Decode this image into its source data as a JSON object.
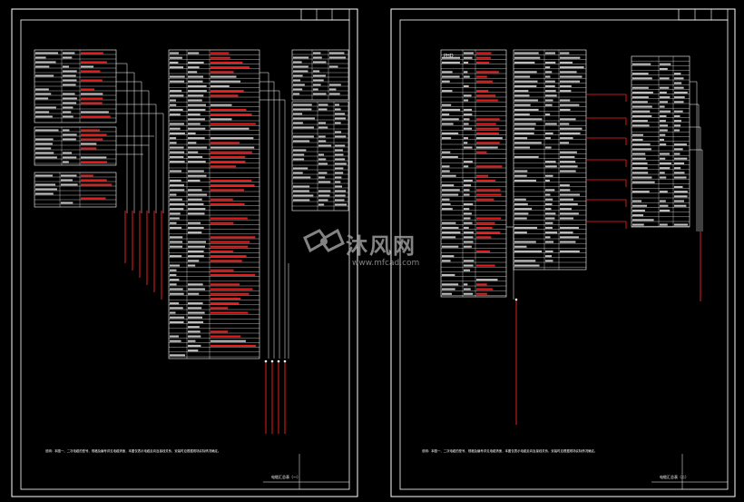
{
  "sheets": [
    {
      "id": "sheet-1",
      "title_block_headers": [
        "",
        "",
        ""
      ],
      "caption": "电缆汇总表（一）",
      "note": "说明：本图一、二次电缆的型号、规格及编号详见电缆清册，本图仅表示电缆走向及接线关系，安装时应根据现场实际情况确定。"
    },
    {
      "id": "sheet-2",
      "title_block_headers": [
        "",
        "",
        ""
      ],
      "caption": "电缆汇总表（二）",
      "note": "说明：本图一、二次电缆的型号、规格及编号详见电缆清册，本图仅表示电缆走向及接线关系，安装时应根据现场实际情况确定。",
      "table_header_label": "PHD"
    }
  ],
  "watermark": {
    "brand": "沐风网",
    "url": "www.mfcad.com"
  },
  "colors": {
    "background": "#000000",
    "line": "#ffffff",
    "annotation": "#ff2020",
    "watermark": "#9a9a9a"
  }
}
